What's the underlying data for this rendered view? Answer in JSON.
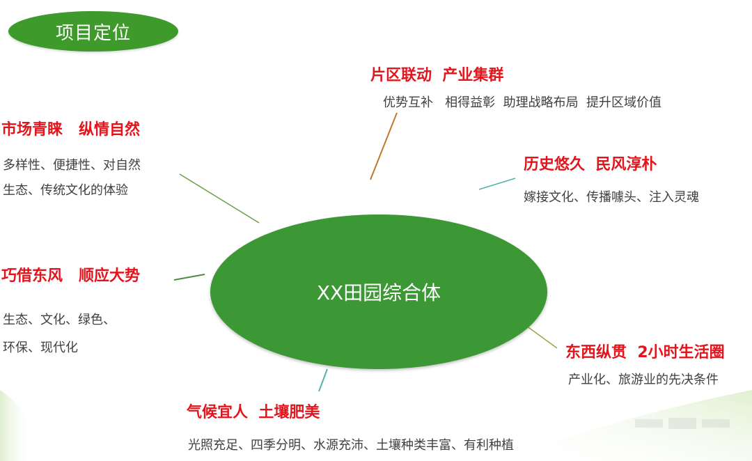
{
  "title": "项目定位",
  "center": "XX田园综合体",
  "nodes": {
    "top": {
      "title": "片区联动  产业集群",
      "desc": "优势互补   相得益彰  助理战略布局  提升区域价值"
    },
    "left_top": {
      "title": "市场青睐   纵情自然",
      "desc_lines": [
        "多样性、便捷性、对自然",
        "生态、传统文化的体验"
      ]
    },
    "right_top": {
      "title": "历史悠久  民风淳朴",
      "desc": "嫁接文化、传播噱头、注入灵魂"
    },
    "left_mid": {
      "title": "巧借东风   顺应大势",
      "desc_lines": [
        "生态、文化、绿色、",
        "环保、现代化"
      ]
    },
    "right_bottom": {
      "title": "东西纵贯  2小时生活圈",
      "desc": "产业化、旅游业的先决条件"
    },
    "bottom": {
      "title": "气候宜人  土壤肥美",
      "desc": "光照充足、四季分明、水源充沛、土壤种类丰富、有利种植"
    }
  },
  "colors": {
    "ellipse": "#3b9834",
    "title_pill": "#3f9a2c",
    "heading": "#e4141c",
    "body_text": "#404040",
    "line_top": "#c0782a",
    "line_teal": "#4fb3a6",
    "line_green": "#6aa043",
    "line_olive": "#9aa54a"
  }
}
